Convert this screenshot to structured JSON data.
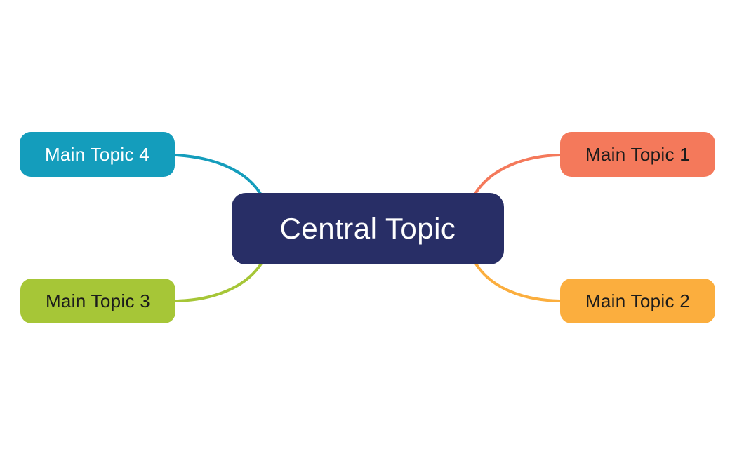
{
  "diagram": {
    "type": "mindmap",
    "background_color": "#FFFFFF",
    "central": {
      "label": "Central Topic",
      "bg": "#282E66",
      "text_color": "#FFFFFF"
    },
    "nodes": [
      {
        "id": "main-topic-1",
        "label": "Main Topic 1",
        "bg": "#F4795B",
        "text_color": "#1C1C1C",
        "position": "top-right"
      },
      {
        "id": "main-topic-2",
        "label": "Main Topic 2",
        "bg": "#FBAE3E",
        "text_color": "#1C1C1C",
        "position": "bottom-right"
      },
      {
        "id": "main-topic-3",
        "label": "Main Topic 3",
        "bg": "#A6C637",
        "text_color": "#1C1C1C",
        "position": "bottom-left"
      },
      {
        "id": "main-topic-4",
        "label": "Main Topic 4",
        "bg": "#149DBC",
        "text_color": "#FFFFFF",
        "position": "top-left"
      }
    ],
    "connectors": [
      {
        "from": "central",
        "to": "main-topic-1",
        "color": "#F4795B"
      },
      {
        "from": "central",
        "to": "main-topic-2",
        "color": "#FBAE3E"
      },
      {
        "from": "central",
        "to": "main-topic-3",
        "color": "#A6C637"
      },
      {
        "from": "central",
        "to": "main-topic-4",
        "color": "#149DBC"
      }
    ]
  }
}
